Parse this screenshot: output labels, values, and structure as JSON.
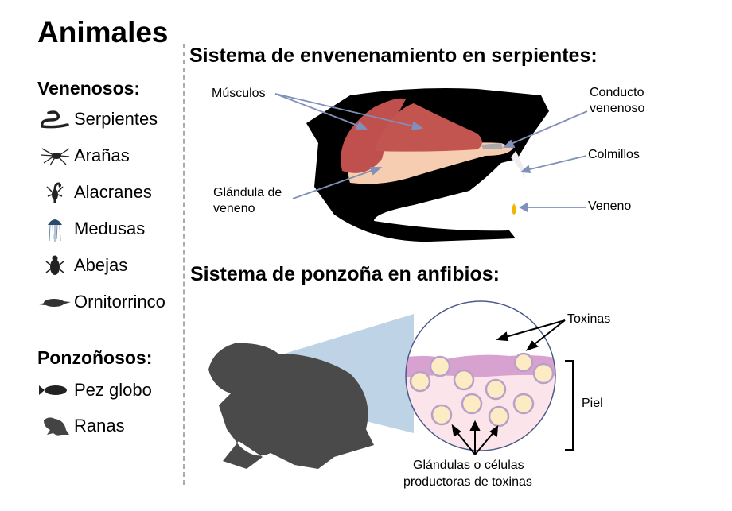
{
  "title": "Animales",
  "venomous": {
    "heading": "Venenosos:",
    "items": [
      {
        "label": "Serpientes",
        "icon": "snake-icon"
      },
      {
        "label": "Arañas",
        "icon": "spider-icon"
      },
      {
        "label": "Alacranes",
        "icon": "scorpion-icon"
      },
      {
        "label": "Medusas",
        "icon": "jellyfish-icon"
      },
      {
        "label": "Abejas",
        "icon": "bee-icon"
      },
      {
        "label": "Ornitorrinco",
        "icon": "platypus-icon"
      }
    ]
  },
  "poisonous": {
    "heading": "Ponzoñosos:",
    "items": [
      {
        "label": "Pez globo",
        "icon": "pufferfish-icon"
      },
      {
        "label": "Ranas",
        "icon": "frog-icon"
      }
    ]
  },
  "snake_section": {
    "heading": "Sistema de envenenamiento en serpientes:",
    "labels": {
      "muscles": "Músculos",
      "gland": "Glándula de veneno",
      "gland_line1": "Glándula de",
      "gland_line2": "veneno",
      "duct_line1": "Conducto",
      "duct_line2": "venenoso",
      "fangs": "Colmillos",
      "venom": "Veneno"
    }
  },
  "amphibian_section": {
    "heading": "Sistema de ponzoña en anfibios:",
    "labels": {
      "toxins": "Toxinas",
      "skin": "Piel",
      "glands_line1": "Glándulas o células",
      "glands_line2": "productoras de toxinas"
    }
  },
  "colors": {
    "arrow_blue": "#8090b8",
    "muscle": "#c0504d",
    "gland": "#f6cdb0",
    "skin_pink": "#fbe4ea",
    "skin_top": "#d8a2d0",
    "gland_cell": "#fdebc4",
    "frog": "#4a4a4a",
    "cone": "#a8c4dc"
  }
}
